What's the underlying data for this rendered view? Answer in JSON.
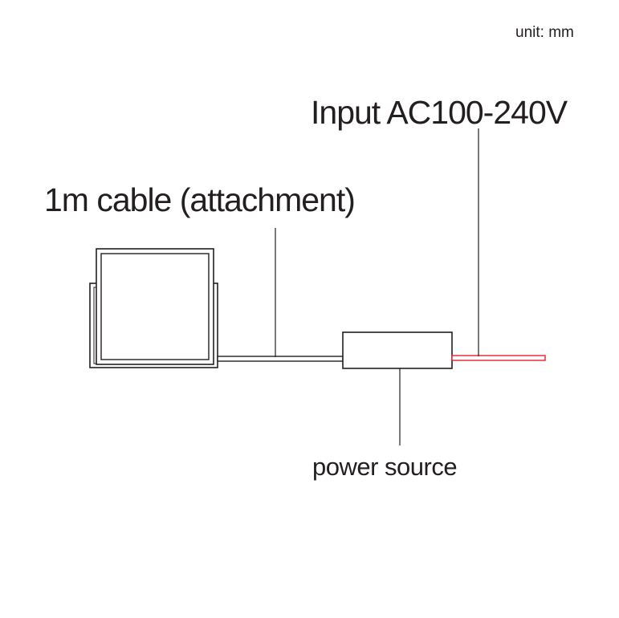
{
  "labels": {
    "unit": "unit: mm",
    "input": "Input AC100-240V",
    "cable": "1m cable (attachment)",
    "power_source": "power source"
  },
  "colors": {
    "line": "#231f20",
    "input_wire": "#e8202a",
    "background": "#ffffff"
  }
}
